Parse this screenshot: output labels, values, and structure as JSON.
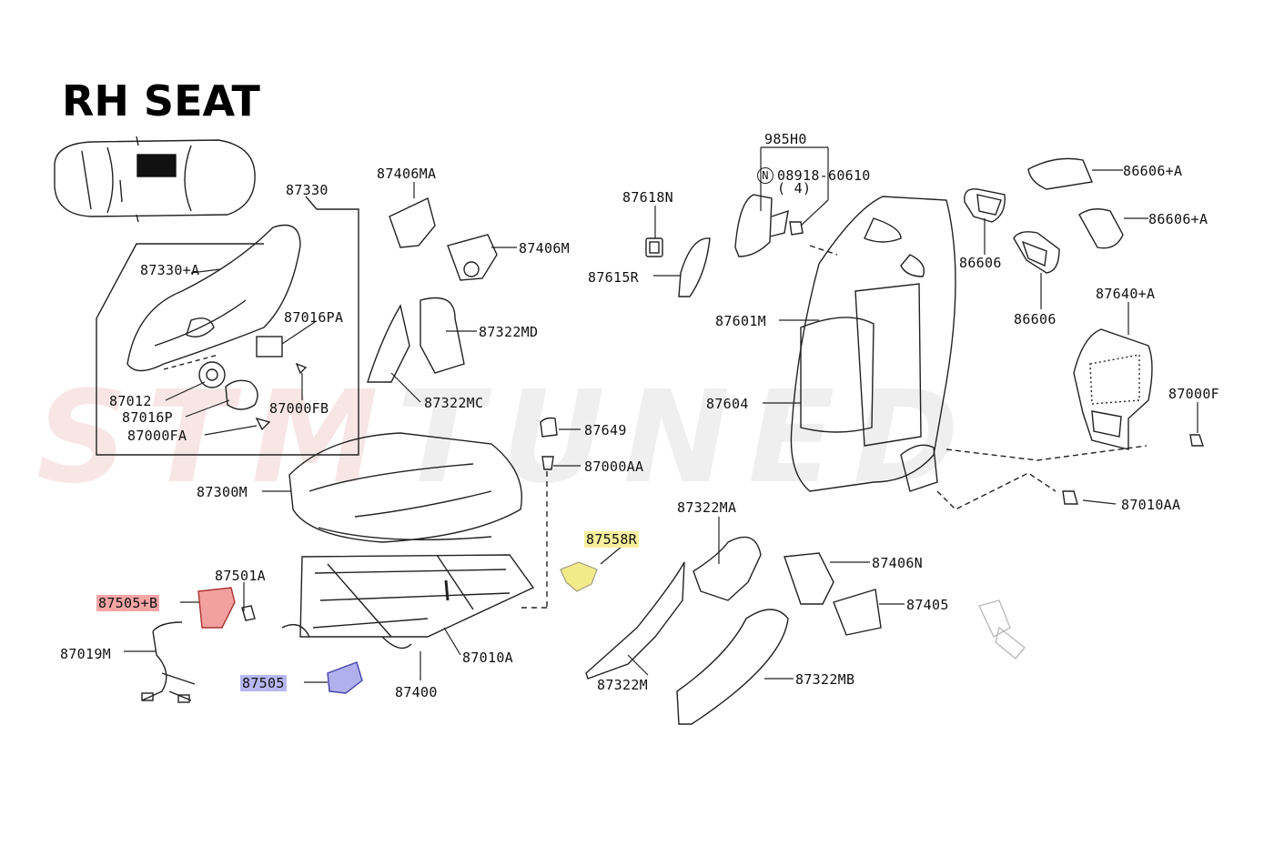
{
  "title": "RH SEAT",
  "watermark": {
    "left": "STM",
    "right": "TUNED"
  },
  "labels": {
    "p87330": "87330",
    "p87330A": "87330+A",
    "p87016PA": "87016PA",
    "p87012": "87012",
    "p87016P": "87016P",
    "p87000FB": "87000FB",
    "p87000FA": "87000FA",
    "p87406MA": "87406MA",
    "p87406M": "87406M",
    "p87322MD": "87322MD",
    "p87322MC": "87322MC",
    "p87618N": "87618N",
    "p87615R": "87615R",
    "p985H0": "985H0",
    "p08918": "08918-60610",
    "p08918qty": "( 4)",
    "pN": "N",
    "p87601M": "87601M",
    "p87604": "87604",
    "p86606A1": "86606+A",
    "p86606A2": "86606+A",
    "p86606a": "86606",
    "p86606b": "86606",
    "p87640A": "87640+A",
    "p87000F": "87000F",
    "p87010AA": "87010AA",
    "p87649": "87649",
    "p87000AA": "87000AA",
    "p87300M": "87300M",
    "p87501A": "87501A",
    "p87505B": "87505+B",
    "p87019M": "87019M",
    "p87505": "87505",
    "p87400": "87400",
    "p87010A": "87010A",
    "p87558R": "87558R",
    "p87322MA": "87322MA",
    "p87406N": "87406N",
    "p87405": "87405",
    "p87322M": "87322M",
    "p87322MB": "87322MB"
  },
  "highlight_colors": {
    "red": "#f6a5a5",
    "yellow": "#f7ef9c",
    "blue": "#b7b7f2"
  }
}
